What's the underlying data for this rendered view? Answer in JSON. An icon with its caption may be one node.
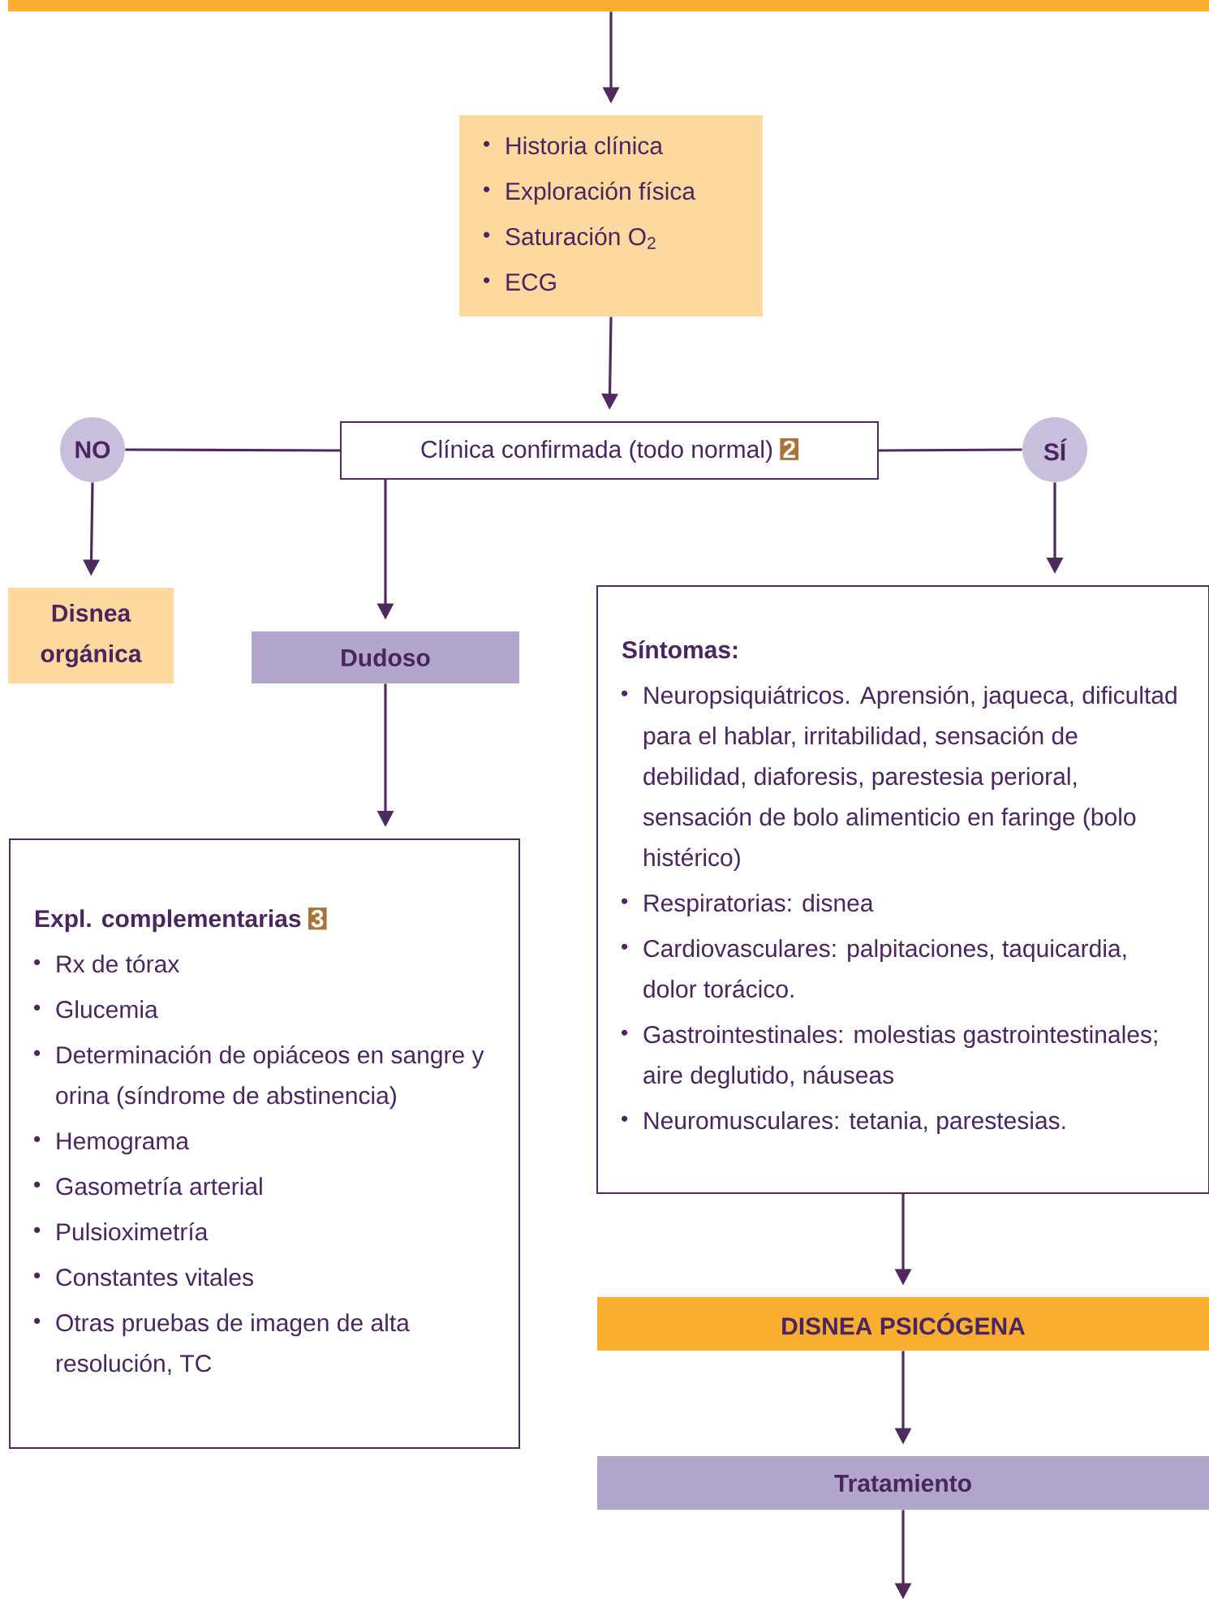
{
  "diagram": {
    "nodes": [
      {
        "text": [],
        "shape": "bar"
      },
      {
        "text": [
          "Historia clínica",
          "Exploración física",
          "Saturación O$_{2}$",
          "ECG"
        ]
      },
      {
        "text": [
          "NO"
        ]
      },
      {
        "text": [
          "Clínica confirmada (todo normal)",
          "2"
        ]
      },
      {
        "text": [
          "SÍ"
        ]
      },
      {
        "text": [
          "Disnea orgánica"
        ]
      },
      {
        "text": [
          "Dudoso"
        ]
      },
      {
        "text": [
          "Síntomas:",
          "Neuropsiquiátricos. Aprensión, jaqueca, dificultad para el hablar, irritabilidad, sensación de debilidad, diaforesis, parestesia perioral, sensación de bolo alimenticio en faringe (bolo histérico)",
          "Respiratorias: disnea",
          "Cardiovasculares: palpitaciones, taquicardia, dolor torácico.",
          "Gastrointestinales: molestias gastrointestinales; aire deglutido, náuseas",
          "Neuromusculares: tetania, parestesias."
        ]
      },
      {
        "text": [
          "Expl. complementarias",
          "3",
          "Rx de tórax",
          "Glucemia",
          "Determinación de opiáceos en sangre y orina (síndrome de abstinencia)",
          "Hemograma",
          "Gasometría arterial",
          "Pulsioximetría",
          "Constantes vitales",
          "Otras pruebas de imagen de alta resolución, TC"
        ]
      },
      {
        "text": [
          "DISNEA PSICÓGENA"
        ]
      },
      {
        "text": [
          "Tratamiento"
        ]
      }
    ],
    "edges": [
      {
        "from": 0,
        "to": 1,
        "arrow": "to"
      },
      {
        "from": 1,
        "to": 3,
        "arrow": "to"
      },
      {
        "from": 3,
        "to": 2,
        "arrow": "none"
      },
      {
        "from": 3,
        "to": 4,
        "arrow": "none"
      },
      {
        "from": 2,
        "to": 5,
        "arrow": "to"
      },
      {
        "from": 3,
        "to": 6,
        "arrow": "to"
      },
      {
        "from": 4,
        "to": 7,
        "arrow": "to"
      },
      {
        "from": 6,
        "to": 8,
        "arrow": "to"
      },
      {
        "from": 7,
        "to": 9,
        "arrow": "to"
      },
      {
        "from": 9,
        "to": 10,
        "arrow": "to"
      },
      {
        "from": 10,
        "to": null,
        "arrow": "to"
      }
    ]
  }
}
